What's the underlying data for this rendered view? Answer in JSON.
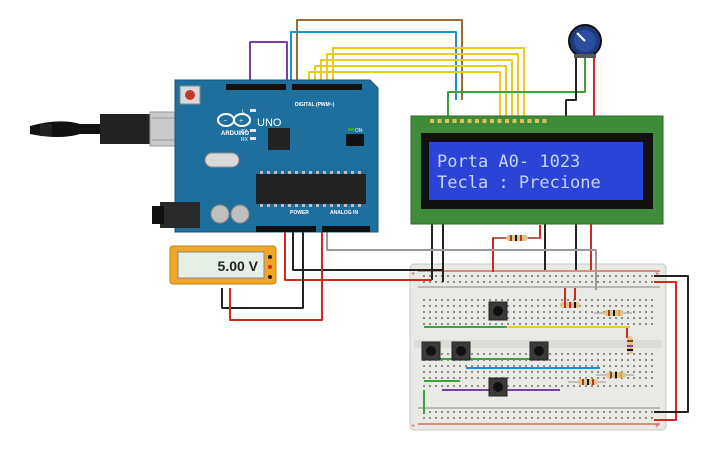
{
  "arduino": {
    "brand": "ARDUINO",
    "model": "UNO",
    "digital_label": "DIGITAL (PWM~)",
    "power_label": "POWER",
    "analog_label": "ANALOG IN",
    "on_label": "ON",
    "led_l": "L",
    "led_tx": "TX",
    "led_rx": "RX"
  },
  "lcd": {
    "line1": "Porta A0- 1023",
    "line2": "Tecla : Precione"
  },
  "multimeter": {
    "reading": "5.00 V"
  },
  "colors": {
    "arduino_board": "#1f6f9e",
    "lcd_screen": "#2a44d6",
    "lcd_text": "#c9d6ff",
    "lcd_frame": "#3f8c3a",
    "multimeter_body": "#f0a524",
    "breadboard": "#e9e9e6",
    "wire_red": "#d12a1c",
    "wire_black": "#222222",
    "wire_yellow": "#e7cd1f",
    "wire_green": "#3ca23a",
    "wire_blue": "#1e8fd6",
    "wire_purple": "#7a3fa0",
    "wire_brown": "#9a6a3a",
    "wire_gray": "#9a9a9a",
    "wire_orange": "#e8a020"
  }
}
